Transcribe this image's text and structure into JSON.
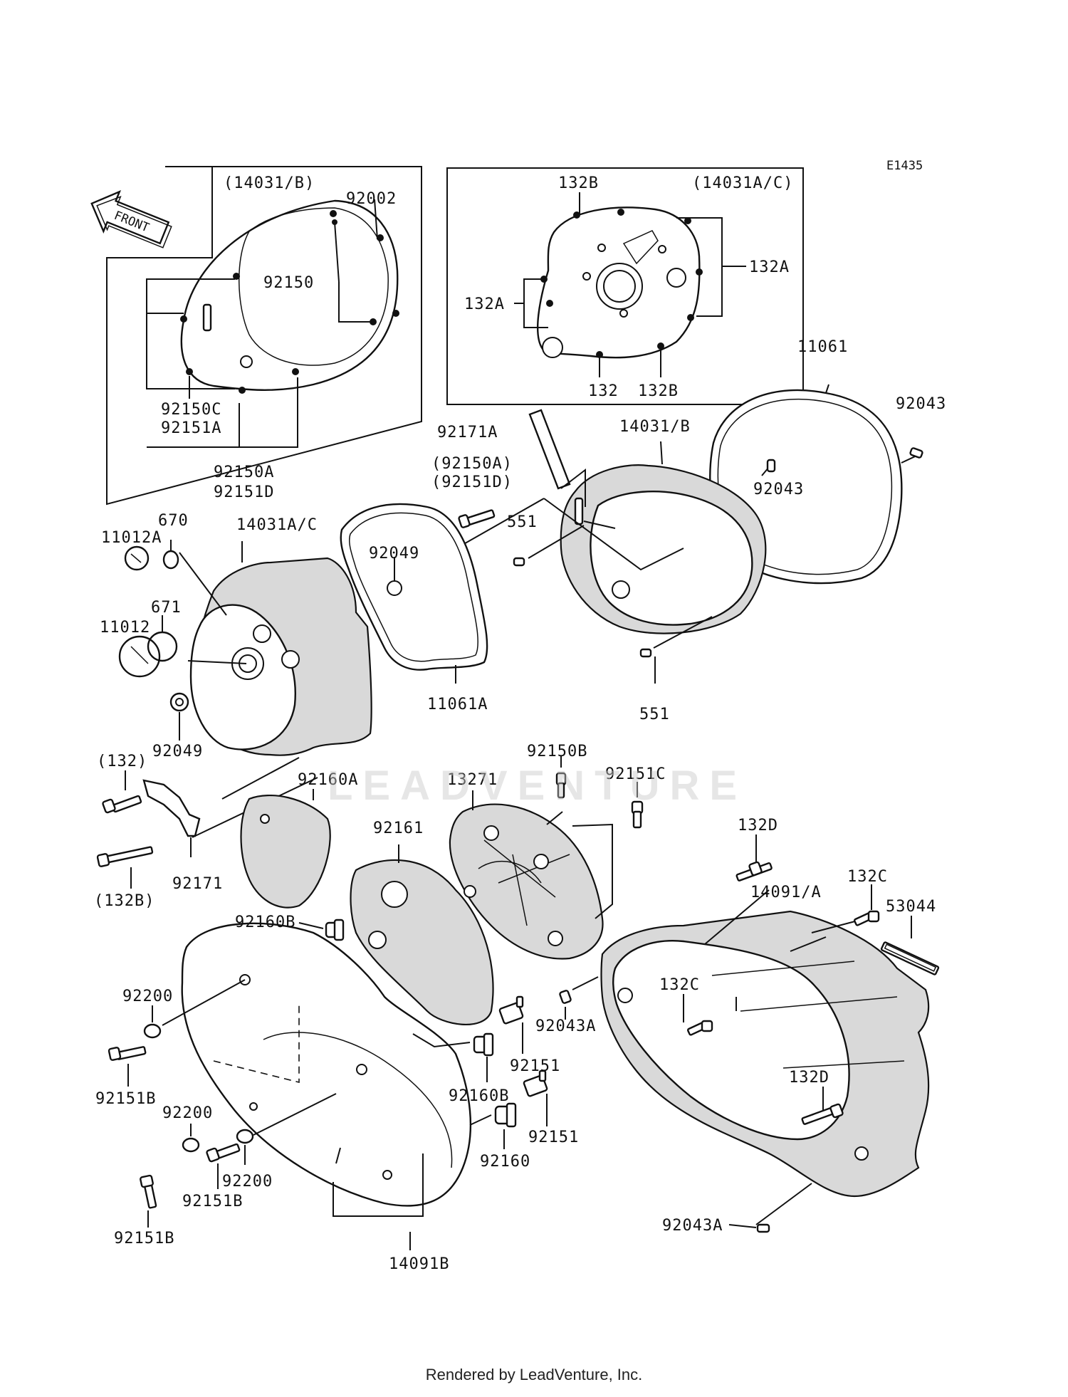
{
  "diagram_code": "E1435",
  "front_arrow": "FRONT",
  "watermark": "LEADVENTURE",
  "footer": "Rendered by LeadVenture, Inc.",
  "inset_left": {
    "title": "(14031/B)",
    "labels": [
      "92002",
      "92150",
      "92150C",
      "92151A",
      "92150A",
      "92151D"
    ]
  },
  "inset_right": {
    "title": "(14031A/C)",
    "labels": [
      "132B",
      "132A",
      "132A",
      "132",
      "132B"
    ]
  },
  "callouts": [
    "11061",
    "92043",
    "92043",
    "92171A",
    "14031/B",
    "(92150A)",
    "(92151D)",
    "551",
    "551",
    "11012A",
    "670",
    "14031A/C",
    "92049",
    "671",
    "11012",
    "11061A",
    "92049",
    "(132)",
    "(132B)",
    "92171",
    "92150B",
    "13271",
    "92151C",
    "92160A",
    "92161",
    "132D",
    "132C",
    "14091/A",
    "53044",
    "92160B",
    "92200",
    "92043A",
    "132C",
    "92151B",
    "92151",
    "92160B",
    "132D",
    "92200",
    "92151",
    "92160",
    "92200",
    "92151B",
    "92151B",
    "92043A",
    "14091B"
  ]
}
